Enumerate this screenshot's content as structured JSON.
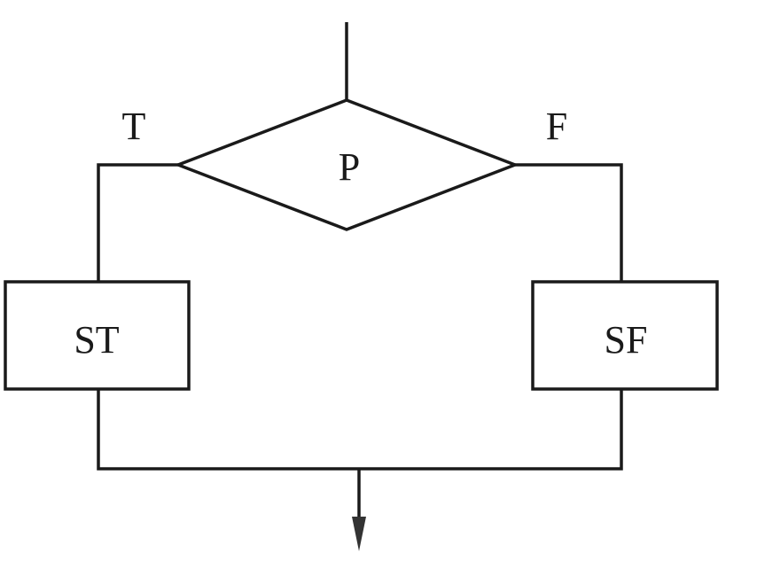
{
  "diagram": {
    "decision_label": "P",
    "true_label": "T",
    "false_label": "F",
    "true_box_label": "ST",
    "false_box_label": "SF"
  }
}
